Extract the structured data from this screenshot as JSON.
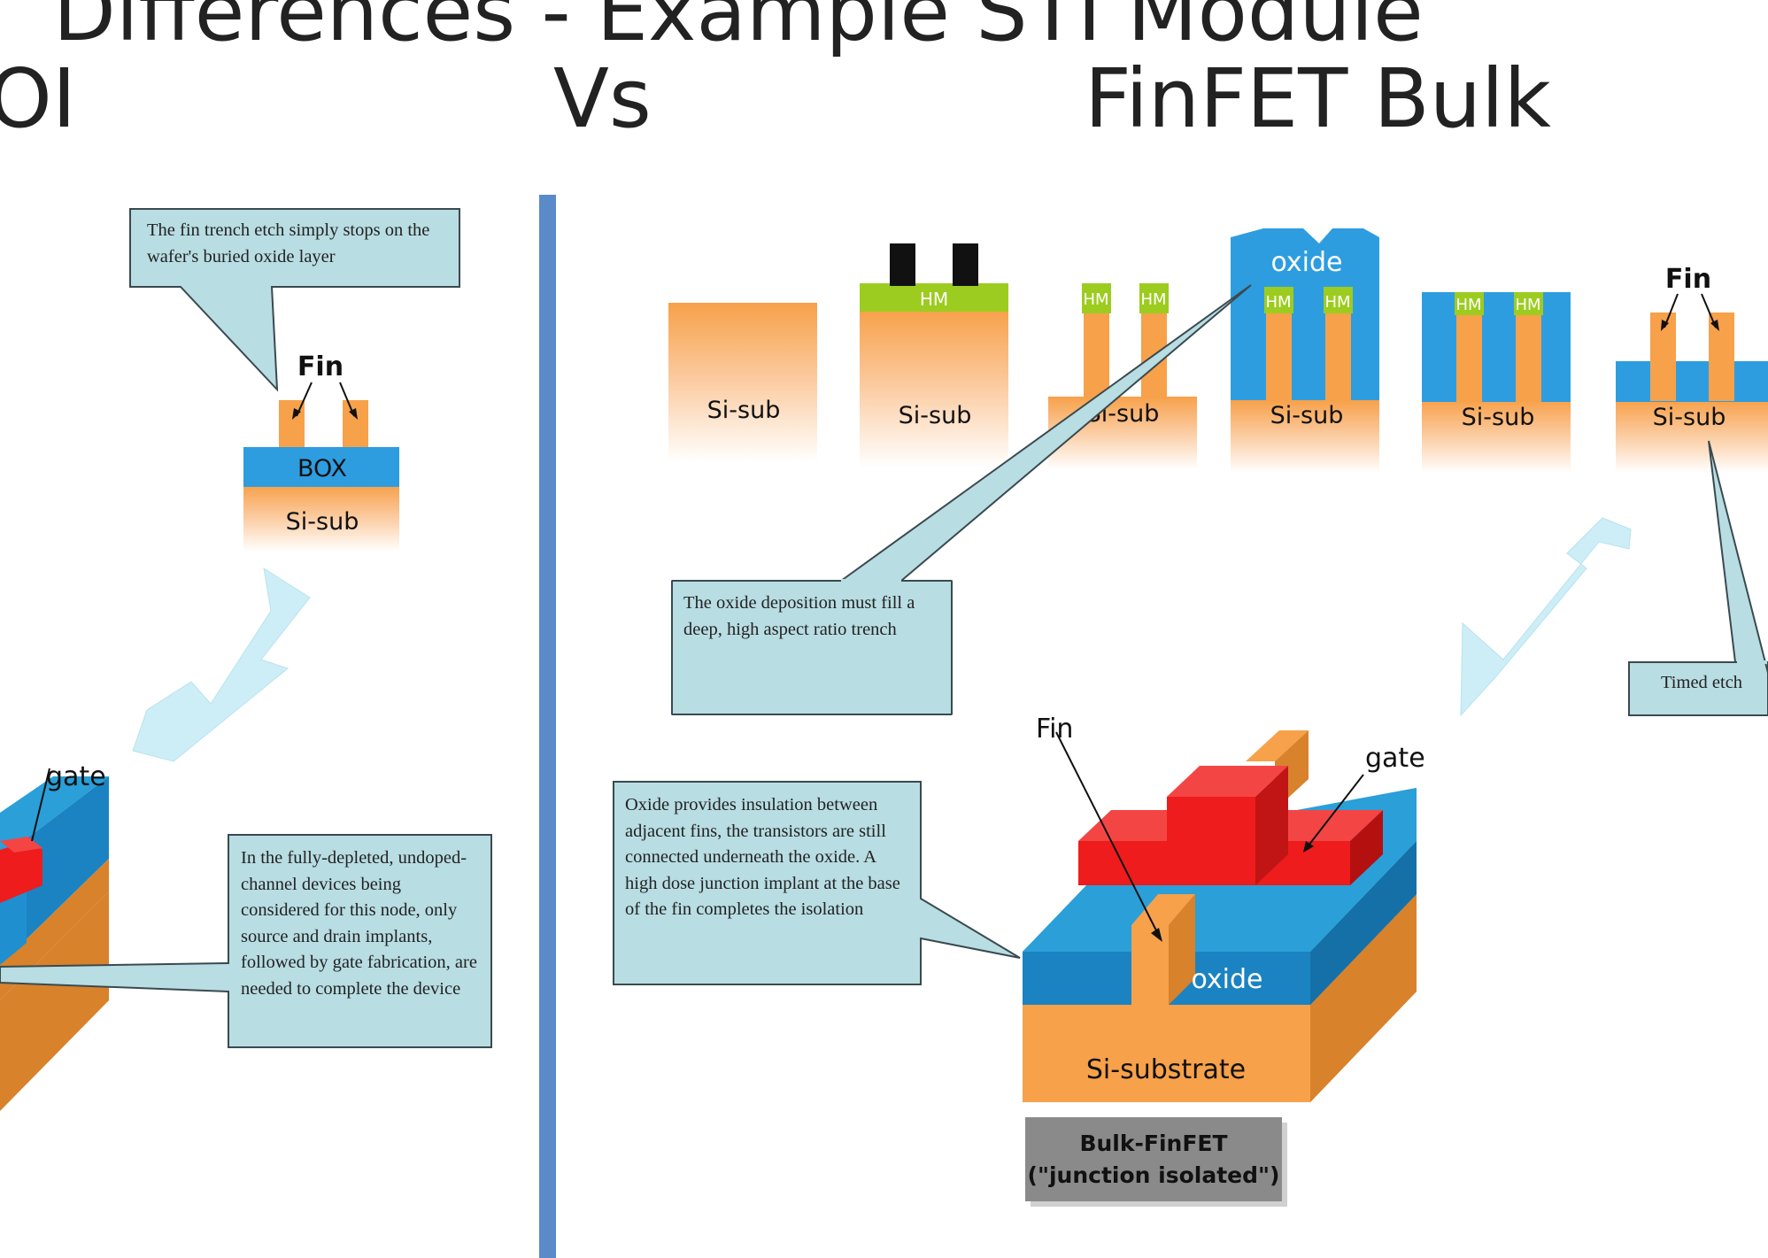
{
  "title": {
    "line1": "Differences - Example STI Module",
    "left": "SOI",
    "vs": "Vs",
    "right": "FinFET Bulk"
  },
  "soi": {
    "callout_top": "The fin trench etch simply stops on the wafer's buried oxide layer",
    "fin_label": "Fin",
    "box_label": "BOX",
    "sub_label": "Si-sub",
    "gate_label": "gate",
    "callout_bottom": "In the fully-depleted, undoped-channel devices being considered for this node, only source and drain implants, followed by gate fabrication, are needed to complete the device"
  },
  "bulk": {
    "step_labels": [
      "Si-sub",
      "Si-sub",
      "Si-sub",
      "Si-sub",
      "Si-sub",
      "Si-sub"
    ],
    "hm_label": "HM",
    "oxide_label": "oxide",
    "fin_label_top": "Fin",
    "callout_oxide": "The oxide deposition must fill a deep, high aspect ratio trench",
    "callout_timed": "Timed etch",
    "callout_insulation": "Oxide provides insulation between adjacent fins, the transistors are still connected underneath the oxide. A high dose junction implant at the base of the fin completes the isolation",
    "fin_label_3d": "Fin",
    "gate_label_3d": "gate",
    "oxide_label_3d": "oxide",
    "substrate_label_3d": "Si-substrate",
    "device_title_1": "Bulk-FinFET",
    "device_title_2": "(\"junction isolated\")"
  },
  "colors": {
    "si": "#f7a14a",
    "oxide": "#2e9de0",
    "hm": "#9ccc1f",
    "gate": "#ee1c1c",
    "callout": "#b8dde3",
    "divider": "#5b8ac8",
    "arrow": "#cdeef6"
  }
}
